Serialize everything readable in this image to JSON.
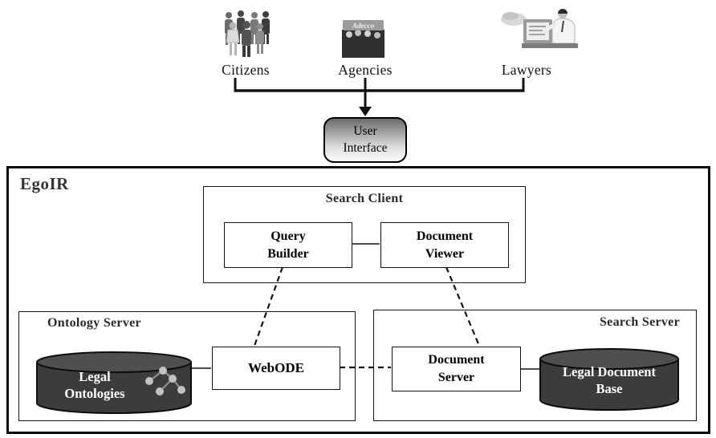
{
  "actors": [
    {
      "id": "citizens",
      "label": "Citizens"
    },
    {
      "id": "agencies",
      "label": "Agencies",
      "sign_text": "Adecco"
    },
    {
      "id": "lawyers",
      "label": "Lawyers"
    }
  ],
  "user_interface": {
    "label": "User Interface"
  },
  "egoir": {
    "title": "EgoIR",
    "search_client": {
      "title": "Search Client",
      "query_builder_label": "Query Builder",
      "document_viewer_label": "Document Viewer"
    },
    "ontology_server": {
      "title": "Ontology Server",
      "legal_ontologies_label": "Legal Ontologies",
      "webode_label": "WebODE"
    },
    "search_server": {
      "title": "Search Server",
      "document_server_label": "Document Server",
      "legal_document_base_label": "Legal Document Base"
    }
  },
  "colors": {
    "line": "#111111",
    "cylinder_body": "#3c3c3c",
    "cylinder_top": "#4f4f4f",
    "cylinder_text": "#ffffff",
    "ui_gradient_top": "#6a6a6a",
    "ui_gradient_bottom": "#fbfbfb",
    "section_title": "#2a2a2a"
  }
}
